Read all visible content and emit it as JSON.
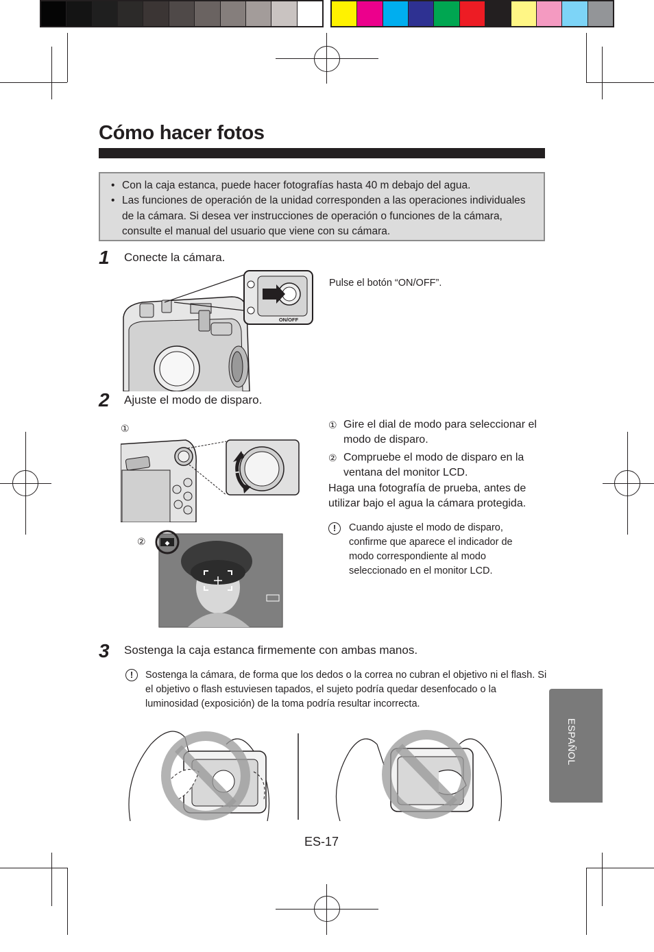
{
  "colors": {
    "gray_swatches": [
      "#050505",
      "#141414",
      "#1f1f1f",
      "#2c2a29",
      "#3b3534",
      "#4f4948",
      "#6a6361",
      "#857e7c",
      "#a39c9a",
      "#c9c3c1",
      "#ffffff"
    ],
    "color_swatches": [
      "#fff200",
      "#ec008c",
      "#00aeef",
      "#2e3192",
      "#00a651",
      "#ed1c24",
      "#231f20",
      "#fff685",
      "#f49ac1",
      "#7dd4f7",
      "#939598"
    ],
    "title_rule": "#231f20",
    "note_box_bg": "#dcdcdc",
    "side_tab_bg": "#7a7a7a"
  },
  "page": {
    "title": "Cómo hacer fotos",
    "notes": [
      "Con la caja estanca, puede hacer fotografías hasta 40 m debajo del agua.",
      "Las funciones de operación de la unidad corresponden a las operaciones individuales de la cámara. Si desea ver instrucciones de operación o funciones de la cámara, consulte el manual del usuario que viene con su cámara."
    ],
    "side_tab": "ESPAÑOL",
    "page_number": "ES-17"
  },
  "steps": [
    {
      "number": "1",
      "text": "Conecte la cámara.",
      "caption": "Pulse el botón “ON/OFF”.",
      "button_label": "ON/OFF"
    },
    {
      "number": "2",
      "text": "Ajuste el modo de disparo.",
      "marker1": "①",
      "marker2": "②",
      "item1_marker": "①",
      "item1": "Gire el dial de modo para seleccionar el modo de disparo.",
      "item2_marker": "②",
      "item2": "Compruebe el modo de disparo en la ventana del monitor LCD.",
      "extra": "Haga una fotografía de prueba, antes de utilizar bajo el agua la cámara protegida.",
      "caution": "Cuando ajuste el modo de disparo, confirme que aparece el indicador de modo correspondiente al modo seleccionado en el monitor LCD."
    },
    {
      "number": "3",
      "text": "Sostenga la caja estanca firmemente con ambas manos.",
      "caution": "Sostenga la cámara, de forma que los dedos o la correa no cubran el objetivo ni el flash. Si el objetivo o flash estuviesen tapados, el sujeto podría quedar desenfocado o la luminosidad (exposición) de la toma podría resultar incorrecta."
    }
  ],
  "icons": {
    "caution": "caution-icon",
    "prohibited": "prohibited-icon"
  }
}
